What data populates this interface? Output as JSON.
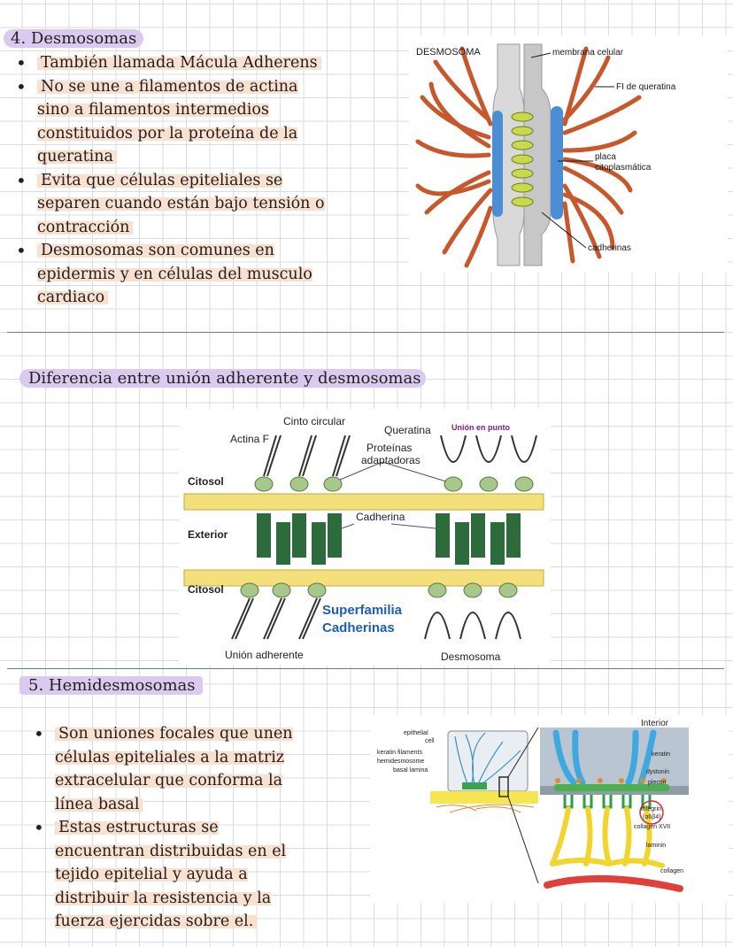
{
  "section4": {
    "title": "4. Desmosomas",
    "bullets": [
      "También llamada Mácula Adherens",
      "No se une a filamentos de actina sino a filamentos intermedios constituidos por la proteína de la queratina",
      "Evita que células epiteliales se separen cuando están bajo tensión o contracción",
      "Desmosomas son comunes en epidermis y en células del musculo cardiaco"
    ],
    "figure": {
      "title": "DESMOSOMA",
      "labels": [
        "membrana celular",
        "FI de queratina",
        "placa",
        "citoplasmática",
        "cadherinas"
      ]
    }
  },
  "comparison": {
    "title": "Diferencia entre unión adherente y desmosomas",
    "figure": {
      "cinto": "Cinto circular",
      "actina": "Actina F",
      "queratina": "Queratina",
      "union_punto": "Unión en punto",
      "proteinas_1": "Proteínas",
      "proteinas_2": "adaptadoras",
      "citosol_top": "Citosol",
      "cadherina": "Cadherina",
      "exterior": "Exterior",
      "citosol_bottom": "Citosol",
      "superfamilia_1": "Superfamilia",
      "superfamilia_2": "Cadherinas",
      "union_adherente": "Unión adherente",
      "desmosoma": "Desmosoma"
    }
  },
  "section5": {
    "title": "5. Hemidesmosomas",
    "bullets": [
      "Son uniones focales que unen células epiteliales a la matriz extracelular que conforma la línea basal",
      "Estas estructuras se encuentran distribuidas en el tejido epitelial y ayuda a distribuir la resistencia y la fuerza ejercidas sobre el."
    ],
    "figure": {
      "epithelial_1": "epithelial",
      "epithelial_2": "cell",
      "keratin_filaments": "keratin filaments",
      "hemidesmosome": "hemidesmosome",
      "basal_lamina": "basal lamina",
      "interior": "Interior",
      "keratin": "keratin",
      "dystonin": "dystonin",
      "plectin": "plectin",
      "integrin_1": "integrin",
      "integrin_2": "(α6β4)",
      "collagen_xvii": "collagen XVII",
      "laminin": "laminin",
      "collagen": "collagen"
    }
  },
  "colors": {
    "highlight_purple": "#dcc9f0",
    "highlight_peach": "#f9e0cf",
    "filament_orange": "#c8582c",
    "membrane_yellow": "#f4e07a",
    "cadherin_green": "#2e6b3c",
    "divider_blue": "#5b7fa6"
  }
}
